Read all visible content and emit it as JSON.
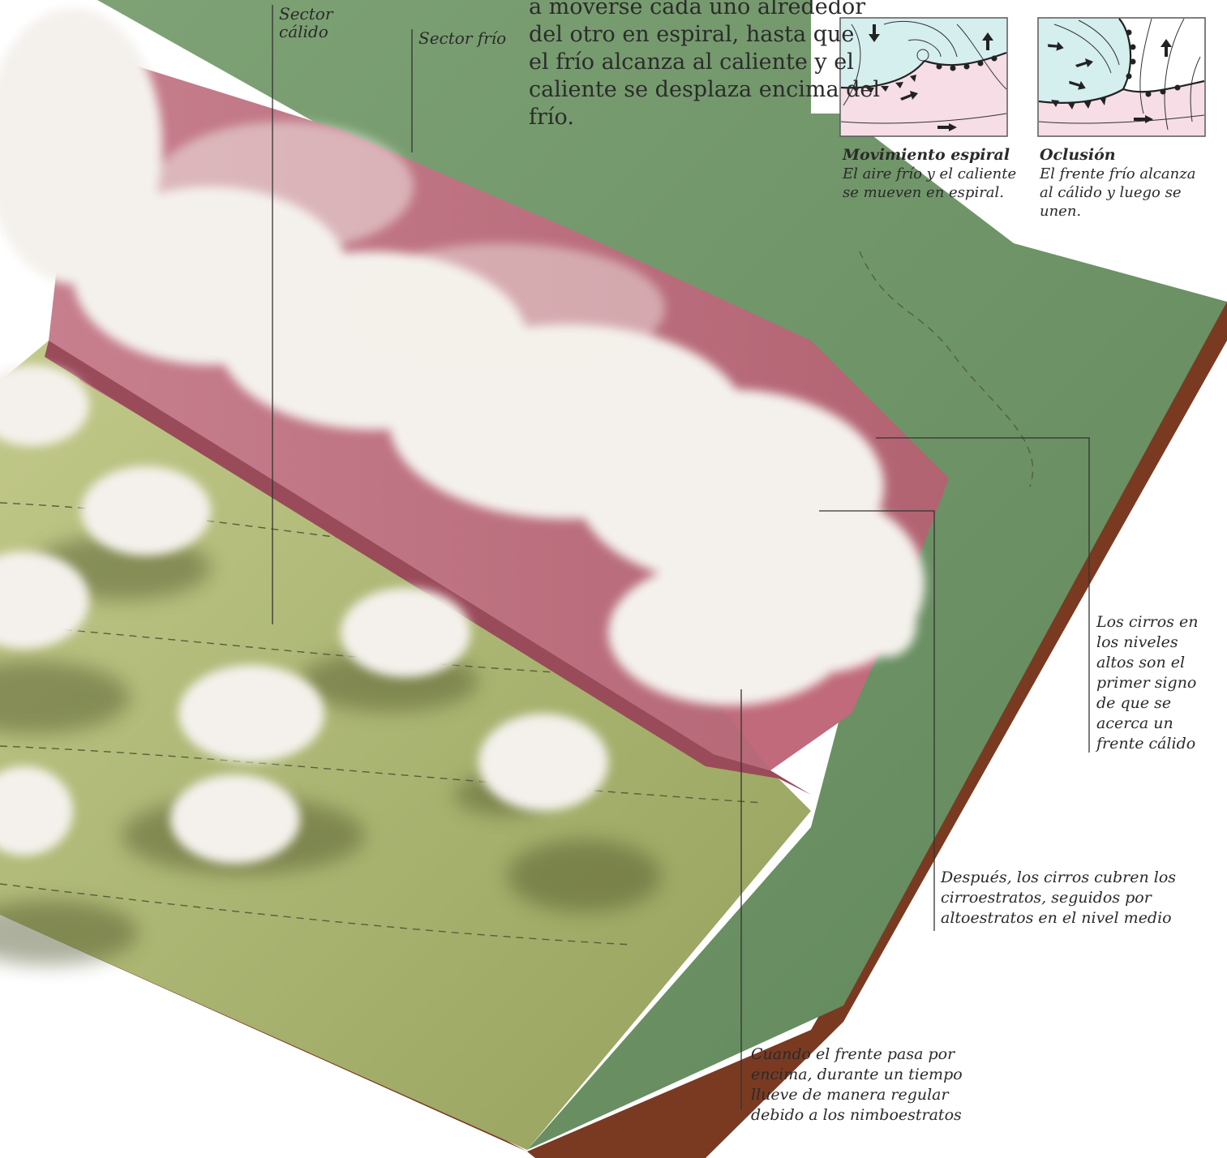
{
  "labels": {
    "sector_warm": [
      "Sector",
      "cálido"
    ],
    "sector_cold": "Sector frío"
  },
  "intro_lines": [
    "a moverse cada uno alrededor",
    "del otro en espiral, hasta que",
    "el frío alcanza al caliente y el",
    "caliente se desplaza encima del",
    "frío."
  ],
  "insets": [
    {
      "title": "Movimiento espiral",
      "caption_lines": [
        "El aire frío y el caliente",
        "se mueven en espiral."
      ]
    },
    {
      "title": "Oclusión",
      "caption_lines": [
        "El frente frío alcanza",
        "al cálido y luego se",
        "unen."
      ]
    }
  ],
  "callouts": {
    "cirrus": [
      "Los cirros en",
      "los niveles",
      "altos son el",
      "primer signo",
      "de que se",
      "acerca un",
      "frente cálido"
    ],
    "cirrostratus": [
      "Después, los cirros cubren los",
      "cirroestratos, seguidos por",
      "altoestratos en el nivel medio"
    ],
    "nimbostratus": [
      "Cuando el frente pasa por",
      "encima, durante un tiempo",
      "llueve de manera regular",
      "debido a los nimboestratos"
    ]
  },
  "colors": {
    "cold_air_fill": "#d5eeee",
    "warm_air_fill": "#f6dde6",
    "cold_sector_surface": "#6d9367",
    "warm_sector_surface": "#a4ac67",
    "front_wall": "#b86d7c",
    "base_side": "#7a3a22",
    "cloud": "#f4f1ec",
    "leader_line": "#333333"
  }
}
